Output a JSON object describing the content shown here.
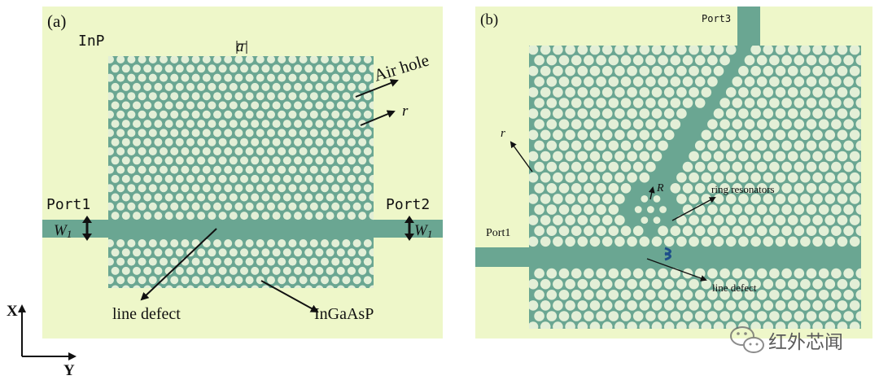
{
  "panel_a": {
    "label": "(a)",
    "material_label": "InP",
    "lattice_constant_label": "a",
    "air_hole_label": "Air hole",
    "radius_label": "r",
    "port1_label": "Port1",
    "port2_label": "Port2",
    "waveguide_width_left": "W",
    "waveguide_width_left_sub": "1",
    "waveguide_width_right": "W",
    "waveguide_width_right_sub": "1",
    "line_defect_label": "line defect",
    "slab_material_label": "InGaAsP"
  },
  "panel_b": {
    "label": "(b)",
    "radius_label": "r",
    "port1_label": "Port1",
    "port3_label": "Port3",
    "ring_radius_label": "R",
    "ring_resonators_label": "ring resonators",
    "line_defect_label": "line defect"
  },
  "axes": {
    "x_label": "X",
    "y_label": "Y"
  },
  "watermark": {
    "text": "红外芯闻",
    "icon": "wechat-icon"
  },
  "colors": {
    "background": "#eef7c9",
    "slab": "#6aa692",
    "hole": "#e3efd7"
  }
}
